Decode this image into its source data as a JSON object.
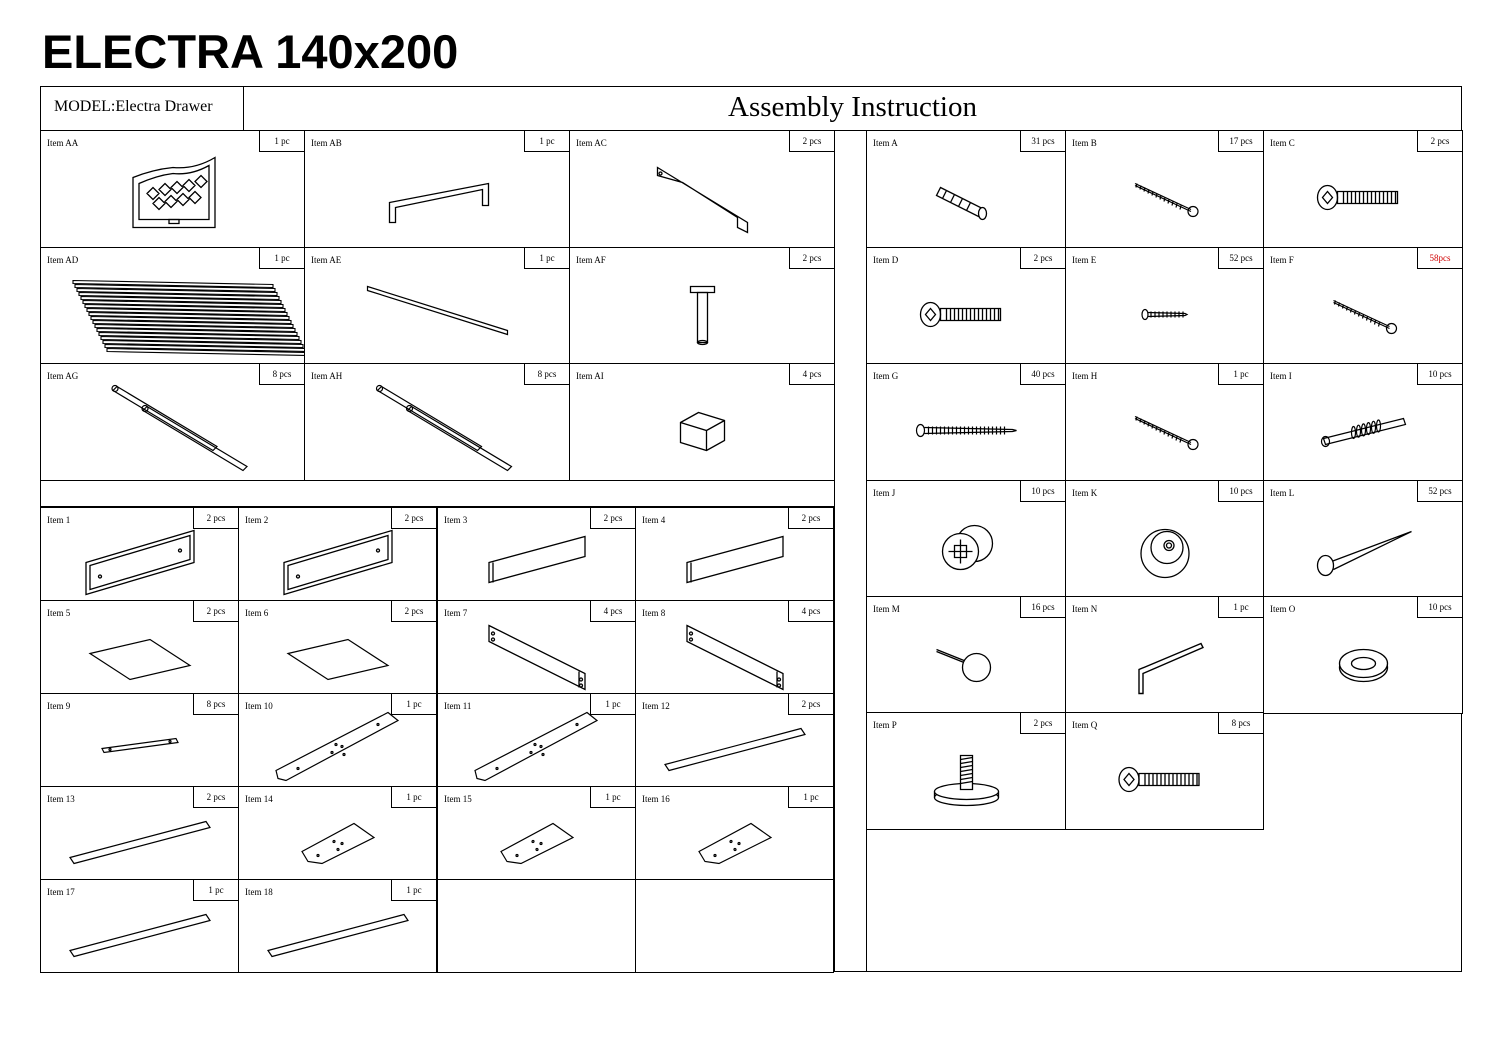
{
  "title": "ELECTRA 140x200",
  "header": {
    "model_label": "MODEL:Electra Drawer",
    "instruction_title": "Assembly Instruction"
  },
  "frame_parts": [
    {
      "id": "AA",
      "name": "Item AA",
      "qty": "1 pc",
      "icon": "headboard-icon"
    },
    {
      "id": "AB",
      "name": "Item AB",
      "qty": "1 pc",
      "icon": "handle-bar-icon"
    },
    {
      "id": "AC",
      "name": "Item AC",
      "qty": "2 pcs",
      "icon": "side-rail-icon"
    },
    {
      "id": "AD",
      "name": "Item AD",
      "qty": "1 pc",
      "icon": "slat-base-icon"
    },
    {
      "id": "AE",
      "name": "Item AE",
      "qty": "1 pc",
      "icon": "center-rail-icon"
    },
    {
      "id": "AF",
      "name": "Item AF",
      "qty": "2 pcs",
      "icon": "support-leg-icon"
    },
    {
      "id": "AG",
      "name": "Item AG",
      "qty": "8 pcs",
      "icon": "drawer-runner-icon"
    },
    {
      "id": "AH",
      "name": "Item AH",
      "qty": "8 pcs",
      "icon": "drawer-runner-icon"
    },
    {
      "id": "AI",
      "name": "Item AI",
      "qty": "4 pcs",
      "icon": "corner-block-icon"
    }
  ],
  "drawer_parts": [
    {
      "id": "1",
      "name": "Item 1",
      "qty": "2 pcs",
      "icon": "drawer-front-icon"
    },
    {
      "id": "2",
      "name": "Item 2",
      "qty": "2 pcs",
      "icon": "drawer-front-icon"
    },
    {
      "id": "3",
      "name": "Item 3",
      "qty": "2 pcs",
      "icon": "panel-icon"
    },
    {
      "id": "4",
      "name": "Item 4",
      "qty": "2 pcs",
      "icon": "panel-icon"
    },
    {
      "id": "5",
      "name": "Item 5",
      "qty": "2 pcs",
      "icon": "sheet-panel-icon"
    },
    {
      "id": "6",
      "name": "Item 6",
      "qty": "2 pcs",
      "icon": "sheet-panel-icon"
    },
    {
      "id": "7",
      "name": "Item 7",
      "qty": "4 pcs",
      "icon": "side-board-icon"
    },
    {
      "id": "8",
      "name": "Item 8",
      "qty": "4 pcs",
      "icon": "side-board-icon"
    },
    {
      "id": "9",
      "name": "Item 9",
      "qty": "8 pcs",
      "icon": "strip-icon"
    },
    {
      "id": "10",
      "name": "Item 10",
      "qty": "1 pc",
      "icon": "drilled-board-icon"
    },
    {
      "id": "11",
      "name": "Item 11",
      "qty": "1 pc",
      "icon": "drilled-board-icon"
    },
    {
      "id": "12",
      "name": "Item 12",
      "qty": "2 pcs",
      "icon": "long-strip-icon"
    },
    {
      "id": "13",
      "name": "Item 13",
      "qty": "2 pcs",
      "icon": "long-strip-icon"
    },
    {
      "id": "14",
      "name": "Item 14",
      "qty": "1 pc",
      "icon": "small-plate-icon"
    },
    {
      "id": "15",
      "name": "Item 15",
      "qty": "1 pc",
      "icon": "small-plate-icon"
    },
    {
      "id": "16",
      "name": "Item 16",
      "qty": "1 pc",
      "icon": "small-plate-icon"
    },
    {
      "id": "17",
      "name": "Item 17",
      "qty": "1 pc",
      "icon": "long-strip-icon"
    },
    {
      "id": "18",
      "name": "Item 18",
      "qty": "1 pc",
      "icon": "long-strip-icon"
    }
  ],
  "hardware": [
    {
      "id": "A",
      "name": "Item A",
      "qty": "31 pcs",
      "icon": "dowel-icon"
    },
    {
      "id": "B",
      "name": "Item B",
      "qty": "17 pcs",
      "icon": "screw-icon"
    },
    {
      "id": "C",
      "name": "Item C",
      "qty": "2 pcs",
      "icon": "hex-bolt-icon"
    },
    {
      "id": "D",
      "name": "Item D",
      "qty": "2 pcs",
      "icon": "hex-bolt-icon"
    },
    {
      "id": "E",
      "name": "Item E",
      "qty": "52 pcs",
      "icon": "small-screw-icon"
    },
    {
      "id": "F",
      "name": "Item F",
      "qty": "58pcs",
      "icon": "screw-icon",
      "qty_color": "#d00000"
    },
    {
      "id": "G",
      "name": "Item G",
      "qty": "40 pcs",
      "icon": "long-screw-icon"
    },
    {
      "id": "H",
      "name": "Item H",
      "qty": "1 pc",
      "icon": "screw-icon"
    },
    {
      "id": "I",
      "name": "Item I",
      "qty": "10 pcs",
      "icon": "cam-bolt-icon"
    },
    {
      "id": "J",
      "name": "Item J",
      "qty": "10 pcs",
      "icon": "cam-lock-icon"
    },
    {
      "id": "K",
      "name": "Item K",
      "qty": "10 pcs",
      "icon": "cover-cap-icon"
    },
    {
      "id": "L",
      "name": "Item L",
      "qty": "52 pcs",
      "icon": "nail-icon"
    },
    {
      "id": "M",
      "name": "Item M",
      "qty": "16 pcs",
      "icon": "pin-icon"
    },
    {
      "id": "N",
      "name": "Item N",
      "qty": "1 pc",
      "icon": "allen-key-icon"
    },
    {
      "id": "O",
      "name": "Item O",
      "qty": "10 pcs",
      "icon": "washer-icon"
    },
    {
      "id": "P",
      "name": "Item P",
      "qty": "2 pcs",
      "icon": "adjustable-foot-icon"
    },
    {
      "id": "Q",
      "name": "Item Q",
      "qty": "8 pcs",
      "icon": "hex-bolt-icon"
    }
  ]
}
